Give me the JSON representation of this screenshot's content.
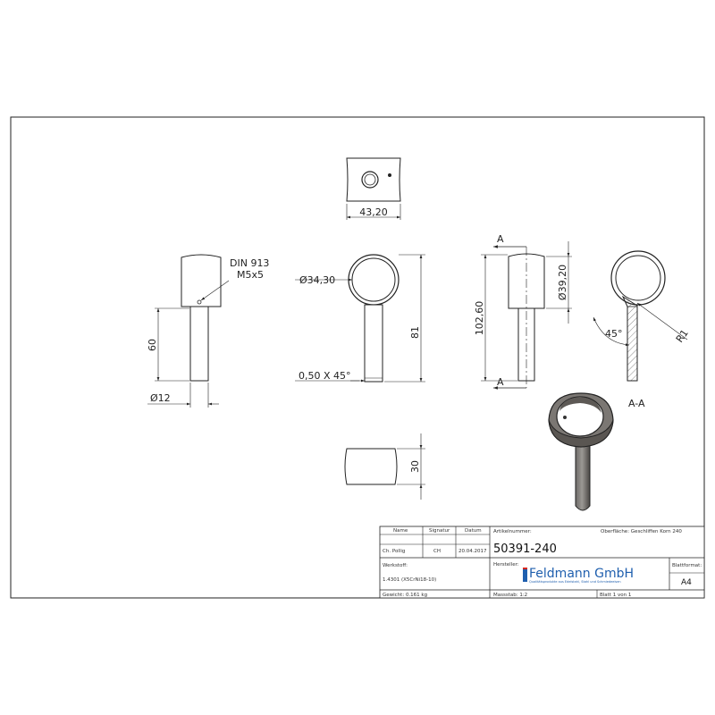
{
  "dimensions": {
    "width_43": "43,20",
    "din": "DIN 913",
    "screw": "M5x5",
    "dia_34": "Ø34,30",
    "len_60": "60",
    "len_81": "81",
    "dia_12": "Ø12",
    "chamfer": "0,50 X 45°",
    "len_102": "102,60",
    "dia_39": "Ø39,20",
    "angle_45": "45°",
    "radius": "R1",
    "height_30": "30"
  },
  "section": {
    "marker_top": "A",
    "marker_bottom": "A",
    "label": "A-A"
  },
  "title_block": {
    "col_name": "Name",
    "col_signatur": "Signatur",
    "col_datum": "Datum",
    "name_value": "Ch. Pollig",
    "signatur_value": "CH",
    "datum_value": "20.04.2017",
    "werkstoff_label": "Werkstoff:",
    "werkstoff_value": "1.4301 (X5CrNi18-10)",
    "gewicht": "Gewicht: 0.161 kg",
    "artikel_label": "Artikelnummer:",
    "artikel_value": "50391-240",
    "oberflaeche": "Oberfläche:  Geschliffen Korn 240",
    "hersteller": "Hersteller:",
    "company": "Feldmann GmbH",
    "company_sub": "Qualitätsprodukte aus Edelstahl, Stahl und Schmiedeeisen",
    "blattformat_label": "Blattformat:",
    "blattformat_value": "A4",
    "massstab": "Massstab: 1:2",
    "blatt": "Blatt 1 von 1"
  }
}
